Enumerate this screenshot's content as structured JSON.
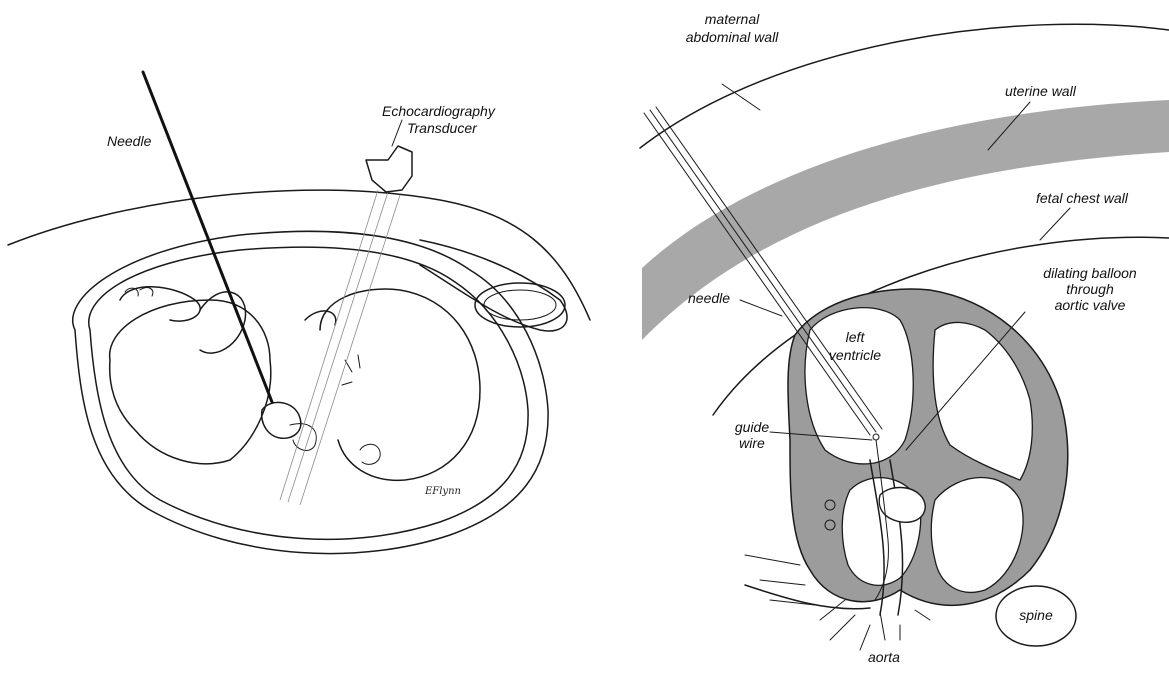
{
  "left_panel": {
    "needle_label": "Needle",
    "transducer_label_line1": "Echocardiography",
    "transducer_label_line2": "Transducer",
    "signature": "EFlynn"
  },
  "right_panel": {
    "maternal_wall_line1": "maternal",
    "maternal_wall_line2": "abdominal wall",
    "uterine_wall": "uterine wall",
    "fetal_chest_wall": "fetal chest wall",
    "needle": "needle",
    "left_ventricle_line1": "left",
    "left_ventricle_line2": "ventricle",
    "balloon_line1": "dilating balloon",
    "balloon_line2": "through",
    "balloon_line3": "aortic valve",
    "guide_wire_line1": "guide",
    "guide_wire_line2": "wire",
    "aorta": "aorta",
    "spine": "spine"
  },
  "colors": {
    "ink": "#1a1a1a",
    "uterine_band": "#a8a8a8",
    "heart_muscle": "#9c9c9c"
  }
}
